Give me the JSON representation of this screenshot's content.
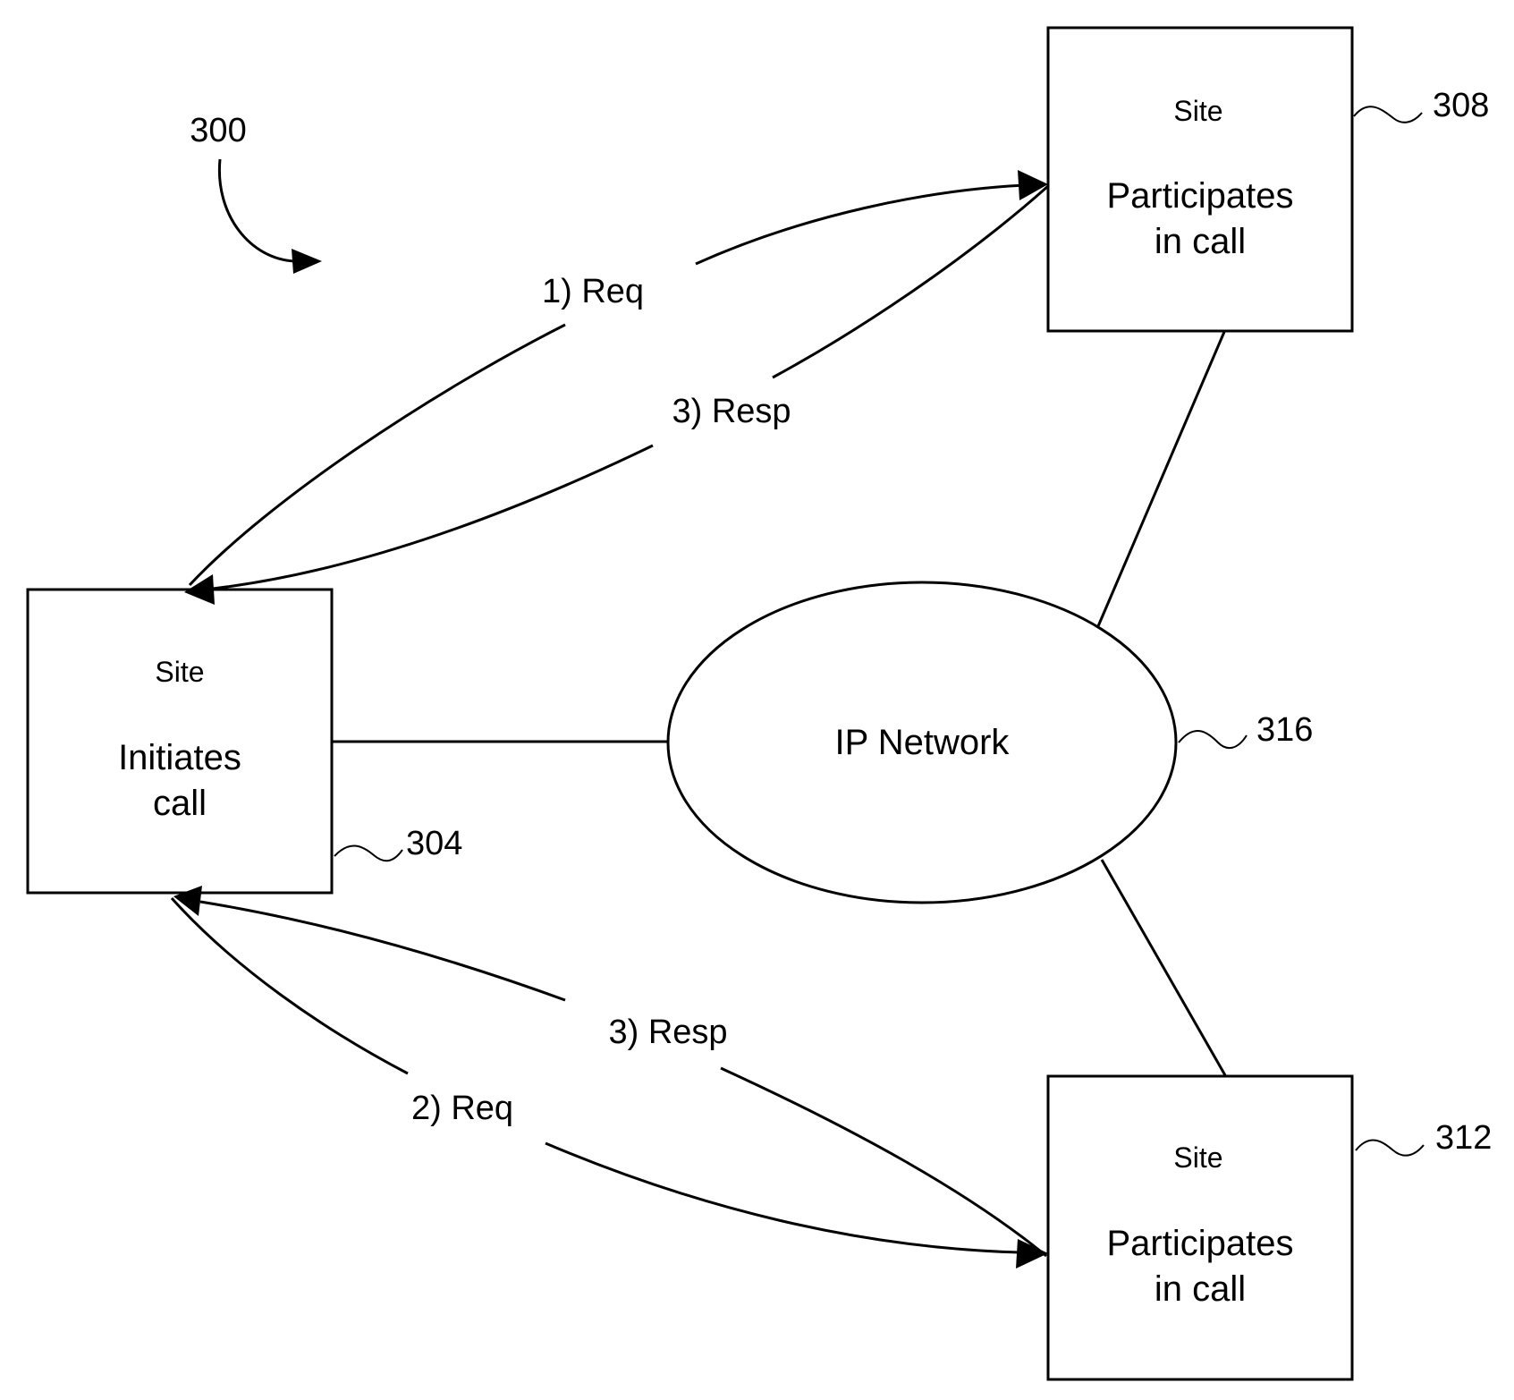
{
  "figure": {
    "ref": "300"
  },
  "nodes": {
    "initiator": {
      "ref": "304",
      "kind": "Site",
      "role_line1": "Initiates",
      "role_line2": "call"
    },
    "participant_top": {
      "ref": "308",
      "kind": "Site",
      "role_line1": "Participates",
      "role_line2": "in call"
    },
    "participant_bottom": {
      "ref": "312",
      "kind": "Site",
      "role_line1": "Participates",
      "role_line2": "in call"
    },
    "network": {
      "ref": "316",
      "label": "IP Network"
    }
  },
  "messages": {
    "req1": "1) Req",
    "resp_top": "3) Resp",
    "resp_bottom": "3) Resp",
    "req2": "2) Req"
  }
}
